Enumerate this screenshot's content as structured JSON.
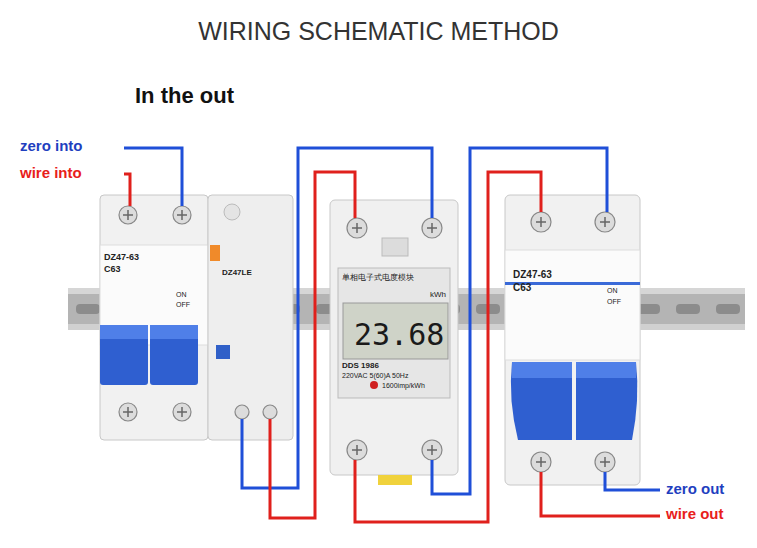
{
  "diagram": {
    "title": "WIRING SCHEMATIC METHOD",
    "nodes": [
      {
        "text": [
          "DZ47-63",
          "C63",
          "ON",
          "OFF"
        ]
      },
      {
        "text": [
          "DZ47LE"
        ]
      },
      {
        "text": [
          "单相电子式电度模块",
          "kWh",
          "23.68",
          "DDS 1986",
          "220VAC 5(60)A 50Hz",
          "1600imp/kWh"
        ]
      },
      {
        "text": [
          "DZ47-63",
          "C63",
          "ON",
          "OFF"
        ]
      }
    ],
    "edges": [
      {
        "from": 1,
        "to": 2,
        "arrow": "none"
      },
      {
        "from": 1,
        "to": 2,
        "arrow": "none"
      },
      {
        "from": 2,
        "to": 3,
        "arrow": "none"
      },
      {
        "from": 2,
        "to": 3,
        "arrow": "none"
      }
    ],
    "labels": [
      "In the out",
      "zero into",
      "wire into",
      "zero out",
      "wire out"
    ]
  }
}
